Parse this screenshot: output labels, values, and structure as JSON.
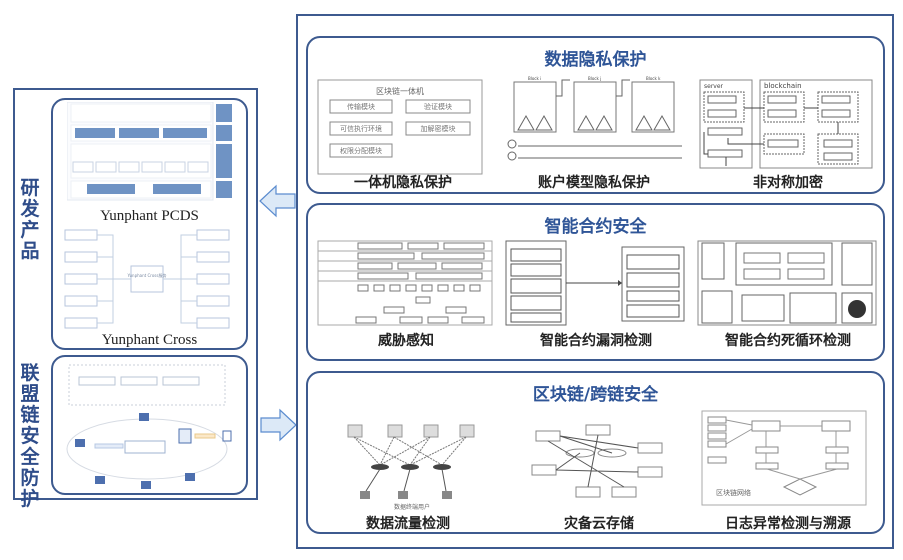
{
  "left_panel": {
    "section_rd": {
      "label": "研发产品"
    },
    "section_consortium": {
      "label": "联盟链安全防护"
    },
    "products": [
      {
        "name": "Yunphant PCDS"
      },
      {
        "name": "Yunphant Cross"
      }
    ],
    "cross_center": "Yunphant Cross服务"
  },
  "right_panel": {
    "groups": [
      {
        "title": "数据隐私保护",
        "items": [
          {
            "caption": "一体机隐私保护",
            "diagram_title": "区块链一体机",
            "modules": [
              "传输模块",
              "验证模块",
              "可信执行环境",
              "加解密模块",
              "权限分配模块"
            ]
          },
          {
            "caption": "账户模型隐私保护",
            "blocks": [
              "Block i",
              "Block j",
              "Block k"
            ]
          },
          {
            "caption": "非对称加密",
            "server_label": "server",
            "blockchain_label": "blockchain"
          }
        ]
      },
      {
        "title": "智能合约安全",
        "items": [
          {
            "caption": "威胁感知"
          },
          {
            "caption": "智能合约漏洞检测"
          },
          {
            "caption": "智能合约死循环检测"
          }
        ]
      },
      {
        "title": "区块链/跨链安全",
        "items": [
          {
            "caption": "数据流量检测",
            "user_label": "数据终端用户"
          },
          {
            "caption": "灾备云存储"
          },
          {
            "caption": "日志异常检测与溯源",
            "network_label": "区块链网络"
          }
        ]
      }
    ]
  },
  "colors": {
    "frame": "#3d5a8f",
    "title": "#2f5597",
    "arrow_fill": "#dce9f7",
    "arrow_stroke": "#5b8ccf"
  }
}
